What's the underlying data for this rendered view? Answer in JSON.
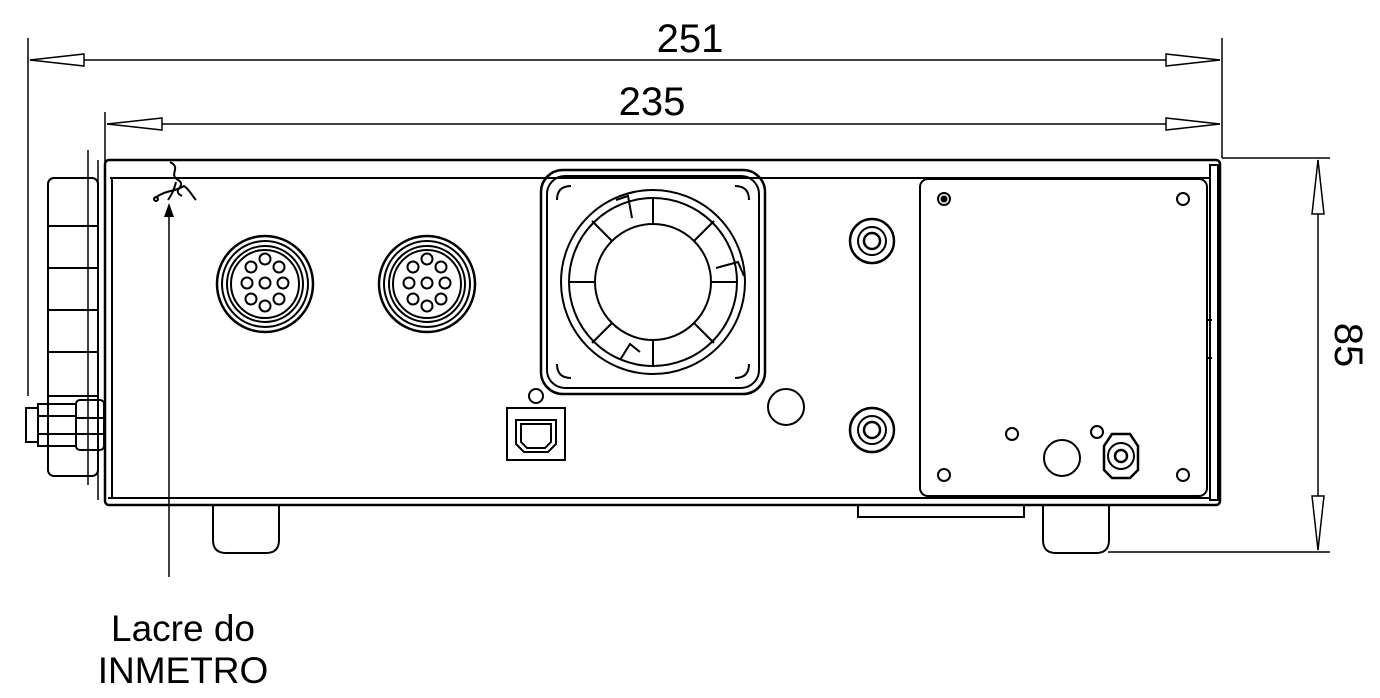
{
  "dimensions": {
    "overall_width": "251",
    "body_width": "235",
    "height": "85"
  },
  "callout": {
    "line1": "Lacre do",
    "line2": "INMETRO"
  },
  "colors": {
    "line": "#000000",
    "background": "#ffffff",
    "arrow_fill": "#ffffff"
  }
}
